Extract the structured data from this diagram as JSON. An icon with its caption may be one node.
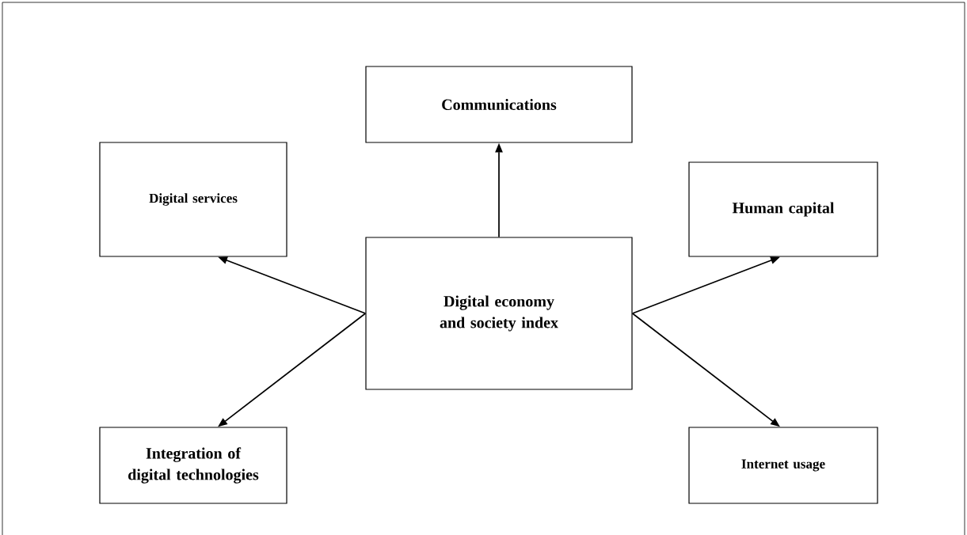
{
  "diagram": {
    "nodes": [
      {
        "text": [
          "Communications"
        ]
      },
      {
        "text": [
          "Digital services"
        ]
      },
      {
        "text": [
          "Human capital"
        ]
      },
      {
        "text": [
          "Digital economy and society index"
        ]
      },
      {
        "text": [
          "Integration of digital technologies"
        ]
      },
      {
        "text": [
          "Internet usage"
        ]
      }
    ],
    "edges": [
      {
        "from": 3,
        "to": 0,
        "arrow": "to"
      },
      {
        "from": 3,
        "to": 1,
        "arrow": "to"
      },
      {
        "from": 3,
        "to": 4,
        "arrow": "to"
      },
      {
        "from": 3,
        "to": 2,
        "arrow": "to"
      },
      {
        "from": 3,
        "to": 5,
        "arrow": "to"
      }
    ]
  }
}
